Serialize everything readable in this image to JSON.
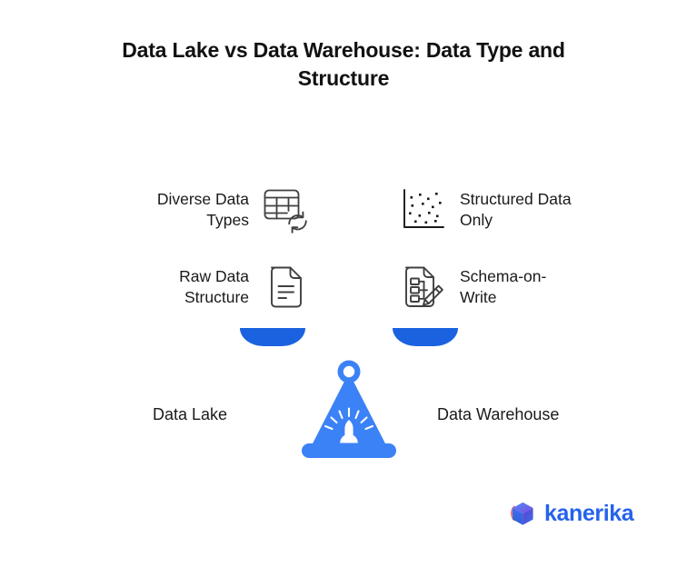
{
  "title": "Data Lake vs Data Warehouse: Data Type and Structure",
  "colors": {
    "accent_blue": "#3b82f6",
    "pan_blue": "#1a62e0",
    "text": "#1a1a1a",
    "icon_stroke": "#404040",
    "logo_blue": "#2563eb",
    "logo_purple": "#6d3ee0",
    "logo_pink": "#f2637f",
    "logo_orange": "#f79153"
  },
  "sides": {
    "left": {
      "name": "Data Lake",
      "features": [
        {
          "label": "Diverse Data\nTypes",
          "icon": "table-sync-icon"
        },
        {
          "label": "Raw Data\nStructure",
          "icon": "document-lines-icon"
        }
      ]
    },
    "right": {
      "name": "Data Warehouse",
      "features": [
        {
          "label": "Structured Data\nOnly",
          "icon": "scatter-plot-icon"
        },
        {
          "label": "Schema-on-\nWrite",
          "icon": "document-schema-pencil-icon"
        }
      ]
    }
  },
  "scale": {
    "left_pan": "left-balance-pan",
    "right_pan": "right-balance-pan",
    "fulcrum": "balance-fulcrum-icon"
  },
  "logo": {
    "text": "kanerika",
    "mark": "kanerika-cube-icon"
  }
}
